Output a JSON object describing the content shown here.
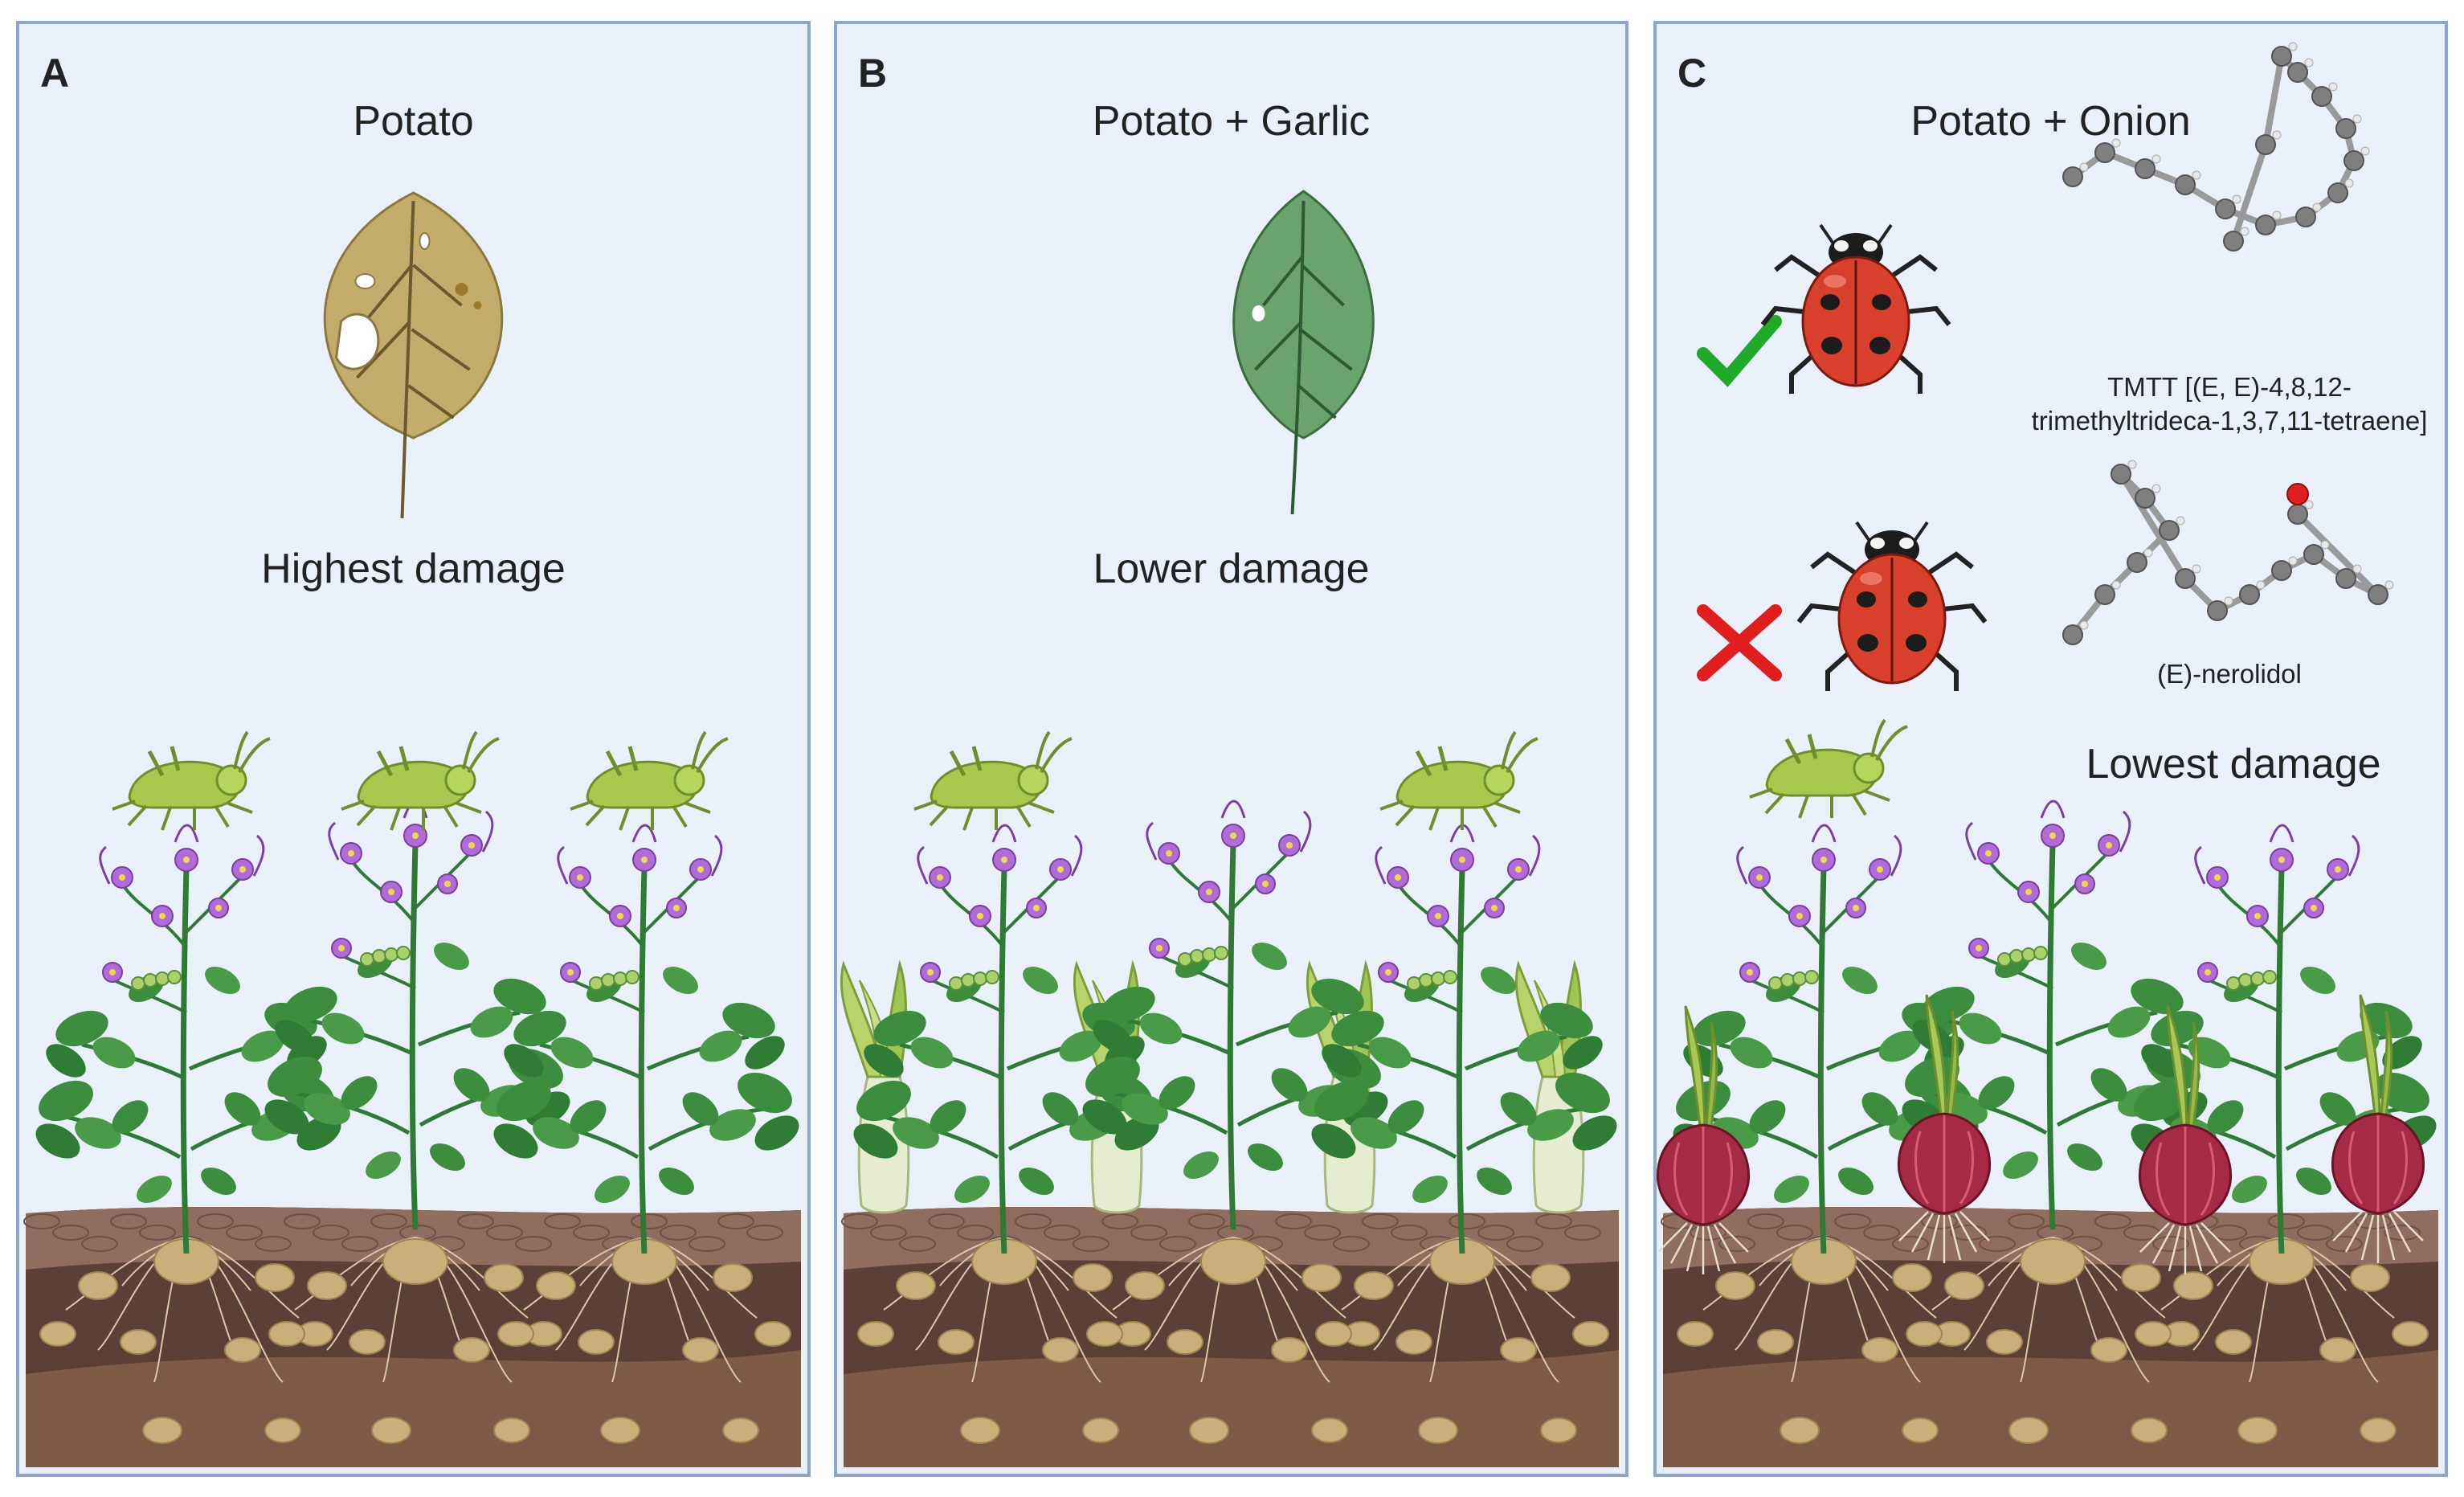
{
  "figure": {
    "panels": [
      {
        "letter": "A",
        "title": "Potato",
        "damage_label": "Highest damage",
        "leaf_state": "damaged",
        "companion_plant": "none",
        "aphid_count": 3
      },
      {
        "letter": "B",
        "title": "Potato + Garlic",
        "damage_label": "Lower damage",
        "leaf_state": "healthy",
        "companion_plant": "garlic",
        "aphid_count": 2
      },
      {
        "letter": "C",
        "title": "Potato + Onion",
        "damage_label": "Lowest damage",
        "leaf_state": "none",
        "companion_plant": "onion",
        "aphid_count": 1,
        "compounds": [
          {
            "name_line1": "TMTT [(E, E)-4,8,12-",
            "name_line2": "trimethyltrideca-1,3,7,11-tetraene]",
            "ladybird_response": "attracted",
            "mark_icon": "check-icon"
          },
          {
            "name_line1": "(E)-nerolidol",
            "name_line2": "",
            "ladybird_response": "not attracted",
            "mark_icon": "cross-icon"
          }
        ]
      }
    ],
    "colors": {
      "panel_bg": "#e9f0fa",
      "panel_border": "#8fa6cc",
      "damaged_leaf": "#c2ad6a",
      "healthy_leaf": "#6aa36d",
      "aphid": "#a8c84e",
      "ladybird": "#d9402c",
      "flower": "#b06bd6",
      "check": "#1faa2a",
      "cross": "#e01e1e",
      "soil_top": "#8f6d5f",
      "soil_mid": "#5a4036",
      "soil_deep": "#7c5a45",
      "tuber": "#c9b07a"
    }
  }
}
